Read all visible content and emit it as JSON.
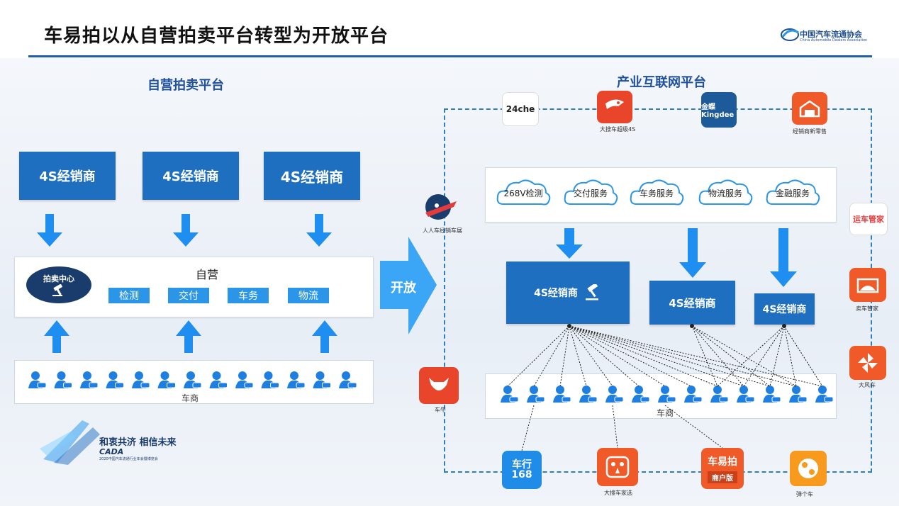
{
  "header": {
    "title": "车易拍以从自营拍卖平台转型为开放平台",
    "logo_cn": "中国汽车流通协会",
    "logo_en": "China Automobile Dealers Association"
  },
  "left": {
    "section_title": "自营拍卖平台",
    "dealers": [
      "4S经销商",
      "4S经销商",
      "4S经销商"
    ],
    "self_label": "自营",
    "auction_center": "拍卖中心",
    "services": [
      "检测",
      "交付",
      "车务",
      "物流"
    ],
    "traders_label": "车商"
  },
  "open_label": "开放",
  "right": {
    "section_title": "产业互联网平台",
    "top_apps": [
      {
        "name": "24che",
        "caption": ""
      },
      {
        "name": "",
        "caption": "大搜车超级4S"
      },
      {
        "name": "金蝶 Kingdee",
        "caption": ""
      },
      {
        "name": "",
        "caption": "经销商新零售"
      }
    ],
    "services": [
      "268V检测",
      "交付服务",
      "车务服务",
      "物流服务",
      "金融服务"
    ],
    "dealers": [
      "4S经销商",
      "4S经销商",
      "4S经销商"
    ],
    "traders_label": "车商",
    "side_left": [
      {
        "caption": "人人车经销车展"
      },
      {
        "caption": "车牛"
      }
    ],
    "side_right": [
      {
        "caption": "运车管家",
        "name": "运车管家"
      },
      {
        "caption": "卖车管家"
      },
      {
        "caption": "大风车"
      }
    ],
    "bottom_apps": [
      {
        "name": "车行168",
        "caption": ""
      },
      {
        "name": "",
        "caption": "大搜车家选"
      },
      {
        "name": "车易拍",
        "sub": "商户版",
        "caption": ""
      },
      {
        "name": "",
        "caption": "弹个车"
      }
    ]
  },
  "footer": {
    "slogan": "和衷共济 相信未来",
    "brand": "CADA",
    "event": "2020中国汽车流通行业年会暨博览会"
  },
  "colors": {
    "primary": "#1f6fc0",
    "accent": "#2b95e8",
    "dark": "#1a3c6c",
    "frame": "#2f7fbf"
  }
}
